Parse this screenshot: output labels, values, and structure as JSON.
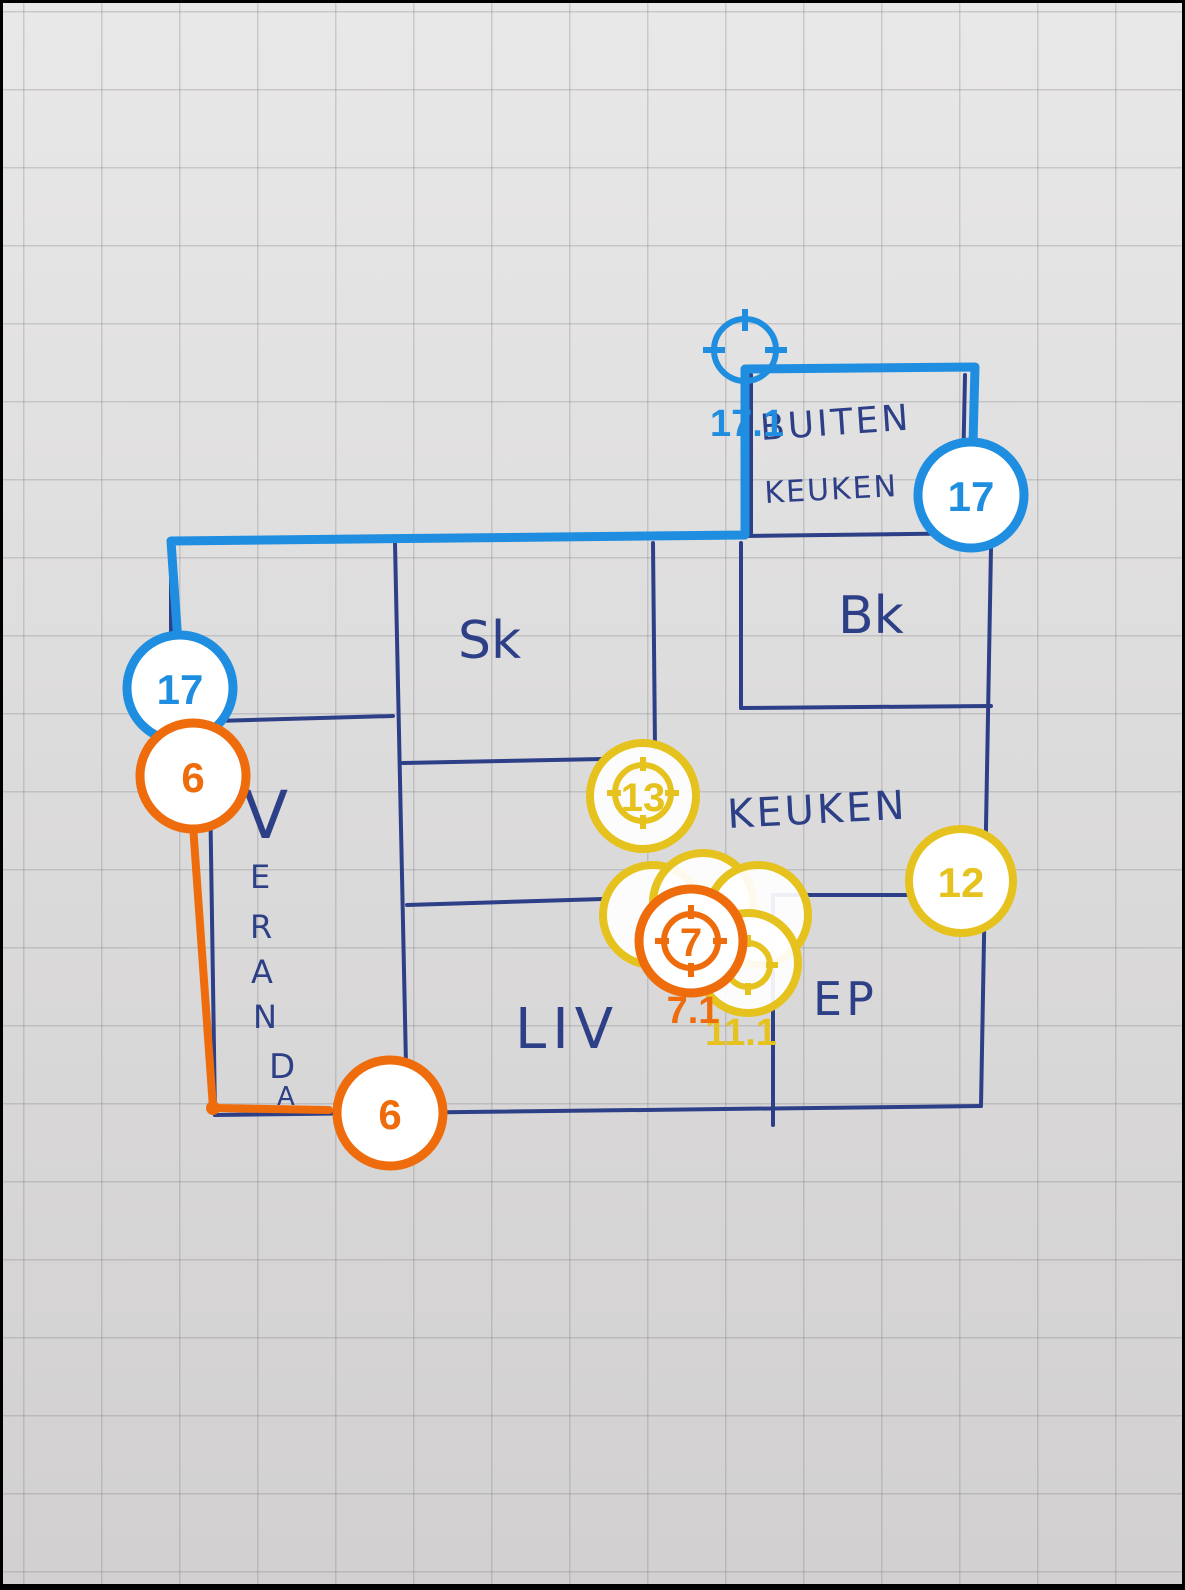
{
  "colors": {
    "blue": "#1f8ee0",
    "orange": "#ee6c0c",
    "yellow": "#e6c21e",
    "ink": "#2d3f86"
  },
  "room_labels": {
    "buiten": "BUITEN",
    "keuken_top": "KEUKEN",
    "sk": "Sk",
    "bk": "Bk",
    "keuken": "KEUKEN",
    "liv": "LIV",
    "ep": "EP",
    "veranda": [
      "V",
      "E",
      "R",
      "A",
      "N",
      "D",
      "A"
    ]
  },
  "markers": {
    "blue_top_right": "17",
    "blue_left": "17",
    "blue_anchor_label": "17.1",
    "orange_left": "6",
    "orange_bottom": "6",
    "yellow_target": "13",
    "yellow_right": "12",
    "orange_target": "7",
    "orange_sub_label": "7.1",
    "yellow_sub_label": "11.1"
  },
  "icons": {
    "blue_anchor": "crosshair-icon",
    "yellow_anchor": "crosshair-icon",
    "orange_anchor": "crosshair-icon"
  }
}
